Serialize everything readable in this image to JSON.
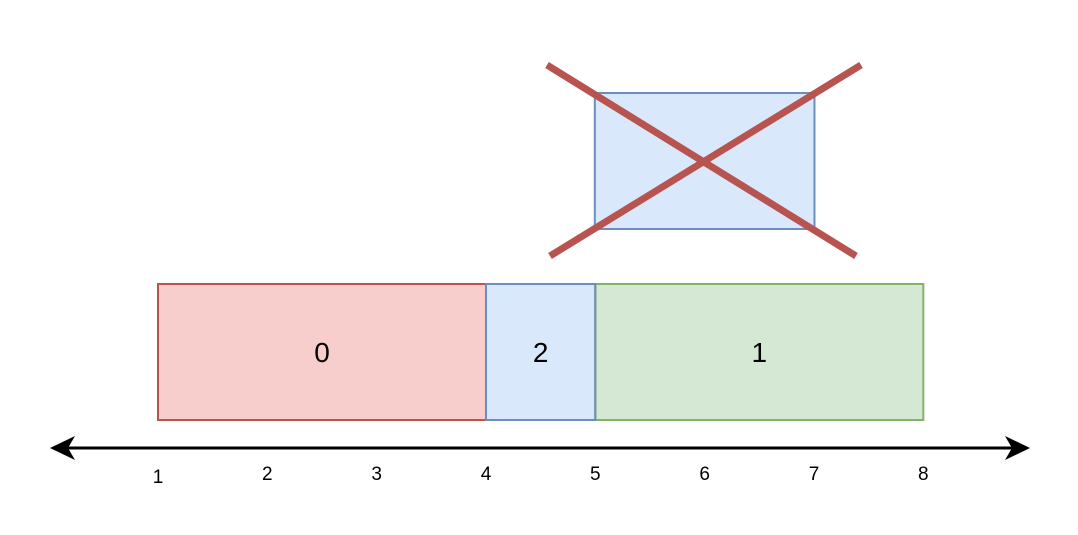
{
  "axis": {
    "ticks": [
      "1",
      "2",
      "3",
      "4",
      "5",
      "6",
      "7",
      "8"
    ],
    "has_arrows_both_ends": true,
    "line_color": "#000000"
  },
  "segments": [
    {
      "label": "0",
      "start": 1,
      "end": 4,
      "fill": "#f8cecc",
      "stroke": "#b85450"
    },
    {
      "label": "2",
      "start": 4,
      "end": 5,
      "fill": "#dae8fc",
      "stroke": "#6c8ebf"
    },
    {
      "label": "1",
      "start": 5,
      "end": 8,
      "fill": "#d5e8d4",
      "stroke": "#82b366"
    }
  ],
  "rejected_block": {
    "label": "",
    "start": 5,
    "end": 7,
    "fill": "#dae8fc",
    "stroke": "#6c8ebf",
    "cross_color": "#b85450",
    "crossed_out": true
  }
}
